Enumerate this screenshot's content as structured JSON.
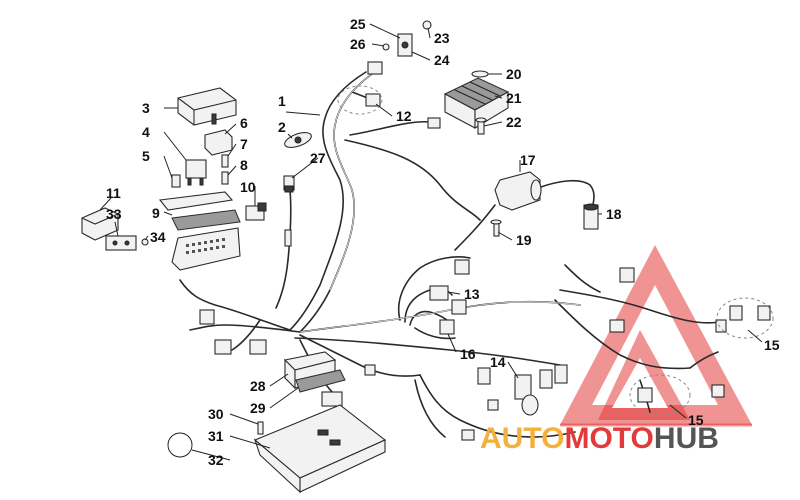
{
  "callouts": [
    {
      "id": "1",
      "label": "1"
    },
    {
      "id": "2",
      "label": "2"
    },
    {
      "id": "3",
      "label": "3"
    },
    {
      "id": "4",
      "label": "4"
    },
    {
      "id": "5",
      "label": "5"
    },
    {
      "id": "6",
      "label": "6"
    },
    {
      "id": "7",
      "label": "7"
    },
    {
      "id": "8",
      "label": "8"
    },
    {
      "id": "9",
      "label": "9"
    },
    {
      "id": "10",
      "label": "10"
    },
    {
      "id": "11",
      "label": "11"
    },
    {
      "id": "12",
      "label": "12"
    },
    {
      "id": "13",
      "label": "13"
    },
    {
      "id": "14",
      "label": "14"
    },
    {
      "id": "15a",
      "label": "15"
    },
    {
      "id": "15b",
      "label": "15"
    },
    {
      "id": "16",
      "label": "16"
    },
    {
      "id": "17",
      "label": "17"
    },
    {
      "id": "18",
      "label": "18"
    },
    {
      "id": "19",
      "label": "19"
    },
    {
      "id": "20",
      "label": "20"
    },
    {
      "id": "21",
      "label": "21"
    },
    {
      "id": "22",
      "label": "22"
    },
    {
      "id": "23",
      "label": "23"
    },
    {
      "id": "24",
      "label": "24"
    },
    {
      "id": "25",
      "label": "25"
    },
    {
      "id": "26",
      "label": "26"
    },
    {
      "id": "27",
      "label": "27"
    },
    {
      "id": "28",
      "label": "28"
    },
    {
      "id": "29",
      "label": "29"
    },
    {
      "id": "30",
      "label": "30"
    },
    {
      "id": "31",
      "label": "31"
    },
    {
      "id": "32",
      "label": "32"
    },
    {
      "id": "33",
      "label": "33"
    },
    {
      "id": "34",
      "label": "34"
    }
  ],
  "watermark": {
    "word_part1": "AUTO",
    "word_part2": "MOTO",
    "word_part3": "HUB",
    "colors": {
      "part1": "#f3b03a",
      "part2": "#e23a3a",
      "part3": "#555555",
      "emblem": "#e23a3a"
    }
  }
}
